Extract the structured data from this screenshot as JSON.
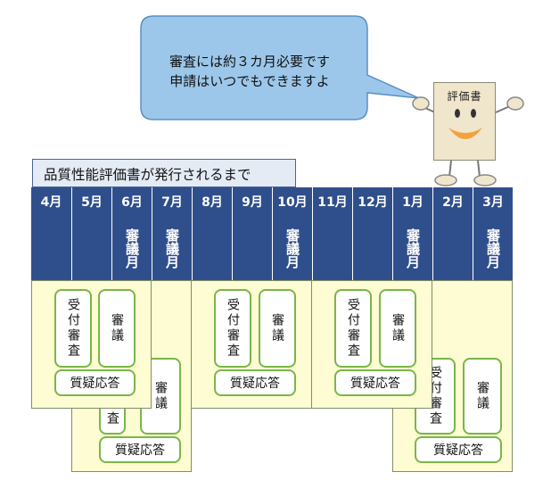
{
  "bubble": {
    "line1": "審査には約３カ月必要です",
    "line2": "申請はいつでもできますよ"
  },
  "character": {
    "label": "評価書"
  },
  "title": "品質性能評価書が発行されるまで",
  "months": [
    {
      "label": "4月",
      "shingi": ""
    },
    {
      "label": "5月",
      "shingi": ""
    },
    {
      "label": "6月",
      "shingi": "審議月"
    },
    {
      "label": "7月",
      "shingi": "審議月"
    },
    {
      "label": "8月",
      "shingi": ""
    },
    {
      "label": "9月",
      "shingi": ""
    },
    {
      "label": "10月",
      "shingi": "審議月"
    },
    {
      "label": "11月",
      "shingi": ""
    },
    {
      "label": "12月",
      "shingi": ""
    },
    {
      "label": "1月",
      "shingi": "審議月"
    },
    {
      "label": "2月",
      "shingi": ""
    },
    {
      "label": "3月",
      "shingi": "審議月"
    }
  ],
  "process": {
    "uketsuke": "受付審査",
    "shingi": "審議",
    "qa": "質疑応答"
  },
  "colors": {
    "header_blue": "#2f4f8c",
    "box_yellow": "#fdfcd2",
    "pill_border": "#7ab648",
    "bubble_fill": "#9cc7ea"
  }
}
